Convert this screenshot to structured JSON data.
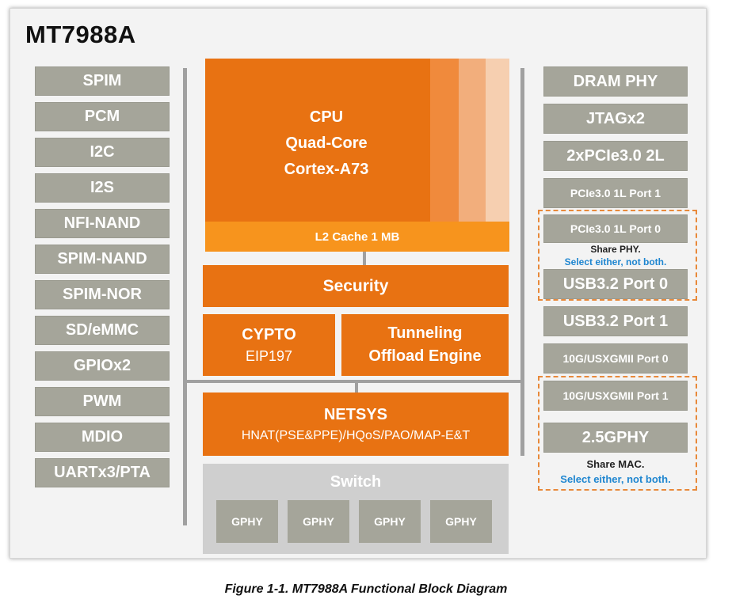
{
  "title": "MT7988A",
  "caption": "Figure 1-1. MT7988A Functional Block Diagram",
  "left_blocks": [
    "SPIM",
    "PCM",
    "I2C",
    "I2S",
    "NFI-NAND",
    "SPIM-NAND",
    "SPIM-NOR",
    "SD/eMMC",
    "GPIOx2",
    "PWM",
    "MDIO",
    "UARTx3/PTA"
  ],
  "right_blocks": [
    "DRAM PHY",
    "JTAGx2",
    "2xPCIe3.0 2L",
    "PCIe3.0 1L Port 1",
    "PCIe3.0 1L Port 0",
    "USB3.2 Port 0",
    "USB3.2 Port 1",
    "10G/USXGMII Port 0",
    "10G/USXGMII Port 1",
    "2.5GPHY"
  ],
  "cpu": {
    "line1": "CPU",
    "line2": "Quad-Core",
    "line3": "Cortex-A73",
    "cache": "L2 Cache 1 MB"
  },
  "security": "Security",
  "crypto": {
    "line1": "CYPTO",
    "line2": "EIP197"
  },
  "tunneling": {
    "line1": "Tunneling",
    "line2": "Offload Engine"
  },
  "netsys": {
    "line1": "NETSYS",
    "line2": "HNAT(PSE&PPE)/HQoS/PAO/MAP-E&T"
  },
  "switch": {
    "label": "Switch",
    "ports": [
      "GPHY",
      "GPHY",
      "GPHY",
      "GPHY"
    ]
  },
  "share_phy": {
    "line1": "Share PHY.",
    "line2": "Select either, not both."
  },
  "share_mac": {
    "line1": "Share MAC.",
    "line2": "Select either, not both."
  },
  "colors": {
    "orange": "#e87212",
    "light_orange": "#f7941d",
    "gray_block": "#a5a59a",
    "blue_note": "#1f86d0",
    "dashed": "#e8893a"
  }
}
